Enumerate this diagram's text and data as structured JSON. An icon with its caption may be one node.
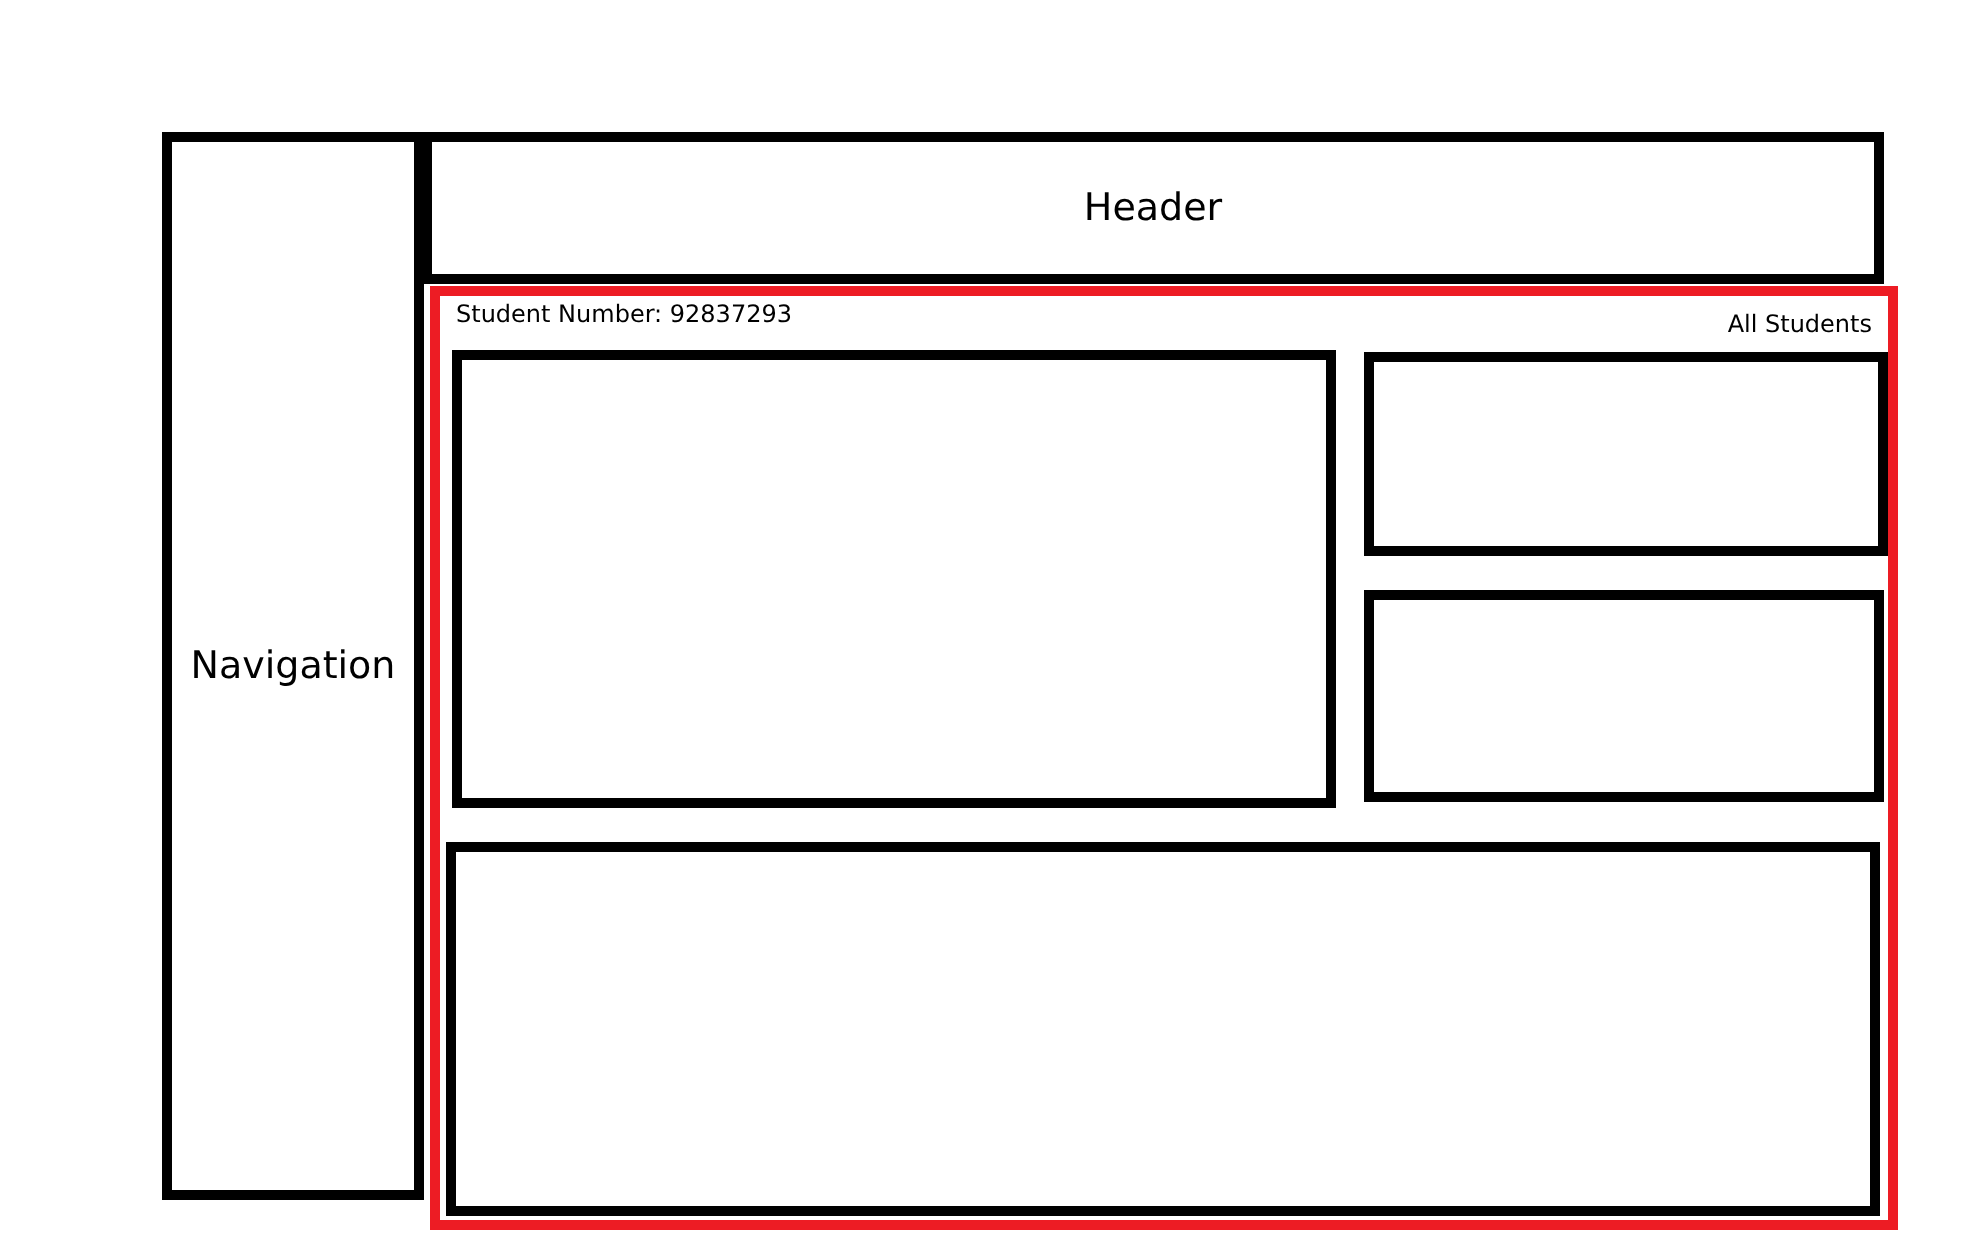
{
  "diagram": {
    "nodes": [
      {
        "text": [
          "Navigation"
        ]
      },
      {
        "text": [
          "Header"
        ]
      },
      {
        "text": [
          "Student Number: 92837293",
          "All Students"
        ]
      },
      {
        "text": [],
        "shape": "box",
        "in": 2
      },
      {
        "text": [],
        "shape": "box",
        "in": 2
      },
      {
        "text": [],
        "shape": "box",
        "in": 2
      },
      {
        "text": [],
        "shape": "box",
        "in": 2
      }
    ]
  }
}
